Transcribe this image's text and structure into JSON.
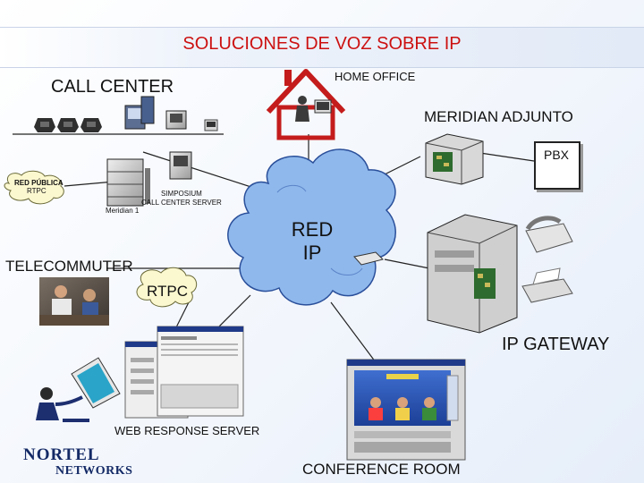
{
  "title": "SOLUCIONES DE VOZ SOBRE IP",
  "labels": {
    "call_center": "CALL CENTER",
    "home_office": "HOME OFFICE",
    "meridian_adjunto": "MERIDIAN ADJUNTO",
    "pbx": "PBX",
    "red_publica": "RED PÚBLICA",
    "rtpc_small": "RTPC",
    "simposium": "SIMPOSIUM",
    "call_center_server": "CALL CENTER SERVER",
    "meridian_1": "Meridian 1",
    "red_ip_line1": "RED",
    "red_ip_line2": "IP",
    "telecommuter": "TELECOMMUTER",
    "rtpc": "RTPC",
    "ip_gateway": "IP GATEWAY",
    "web_response_server": "WEB RESPONSE SERVER",
    "conference_room": "CONFERENCE ROOM"
  },
  "logo": {
    "line1": "NORTEL",
    "line2": "NETWORKS"
  },
  "colors": {
    "title": "#cc1111",
    "cloud_fill": "#8fb8ec",
    "cloud_stroke": "#2a4f9a",
    "rtpc_cloud_fill": "#fbf7cf",
    "house_stroke": "#c41c1c",
    "logo_blue": "#142a66"
  }
}
